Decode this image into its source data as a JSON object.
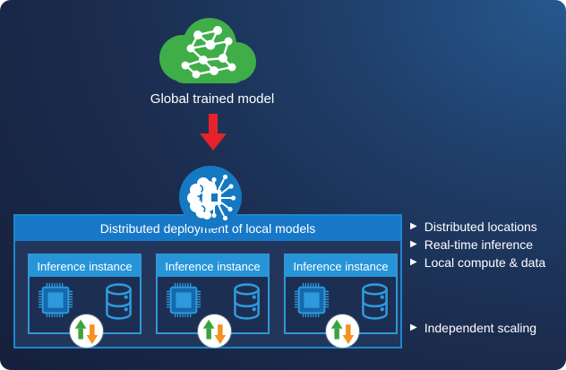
{
  "cloud": {
    "label": "Global trained model",
    "icon": "cloud-network-icon",
    "color": "#3fae49"
  },
  "flow_arrow": {
    "icon": "red-down-arrow-icon",
    "color": "#e8222a"
  },
  "local_model": {
    "icon": "brain-chip-icon",
    "color": "#1478c2"
  },
  "deployment": {
    "title": "Distributed deployment of local models",
    "header_color": "#1878c8",
    "instances": [
      {
        "label": "Inference instance",
        "icons": [
          "cpu-chip-icon",
          "database-icon",
          "scaling-up-down-icon"
        ]
      },
      {
        "label": "Inference instance",
        "icons": [
          "cpu-chip-icon",
          "database-icon",
          "scaling-up-down-icon"
        ]
      },
      {
        "label": "Inference instance",
        "icons": [
          "cpu-chip-icon",
          "database-icon",
          "scaling-up-down-icon"
        ]
      }
    ]
  },
  "features": {
    "bullet_icon": "▶",
    "top": [
      "Distributed locations",
      "Real-time inference",
      "Local compute & data"
    ],
    "bottom": [
      "Independent scaling"
    ]
  },
  "colors": {
    "background_dark": "#16203c",
    "background_light": "#26588e",
    "panel_border": "#1f86cd",
    "panel_fill": "#22365c",
    "instance_header": "#2794d8",
    "instance_fill": "#1c2f52",
    "icon_blue": "#2e9ade",
    "arrow_up_green": "#3aa43c",
    "arrow_down_orange": "#f59120"
  }
}
